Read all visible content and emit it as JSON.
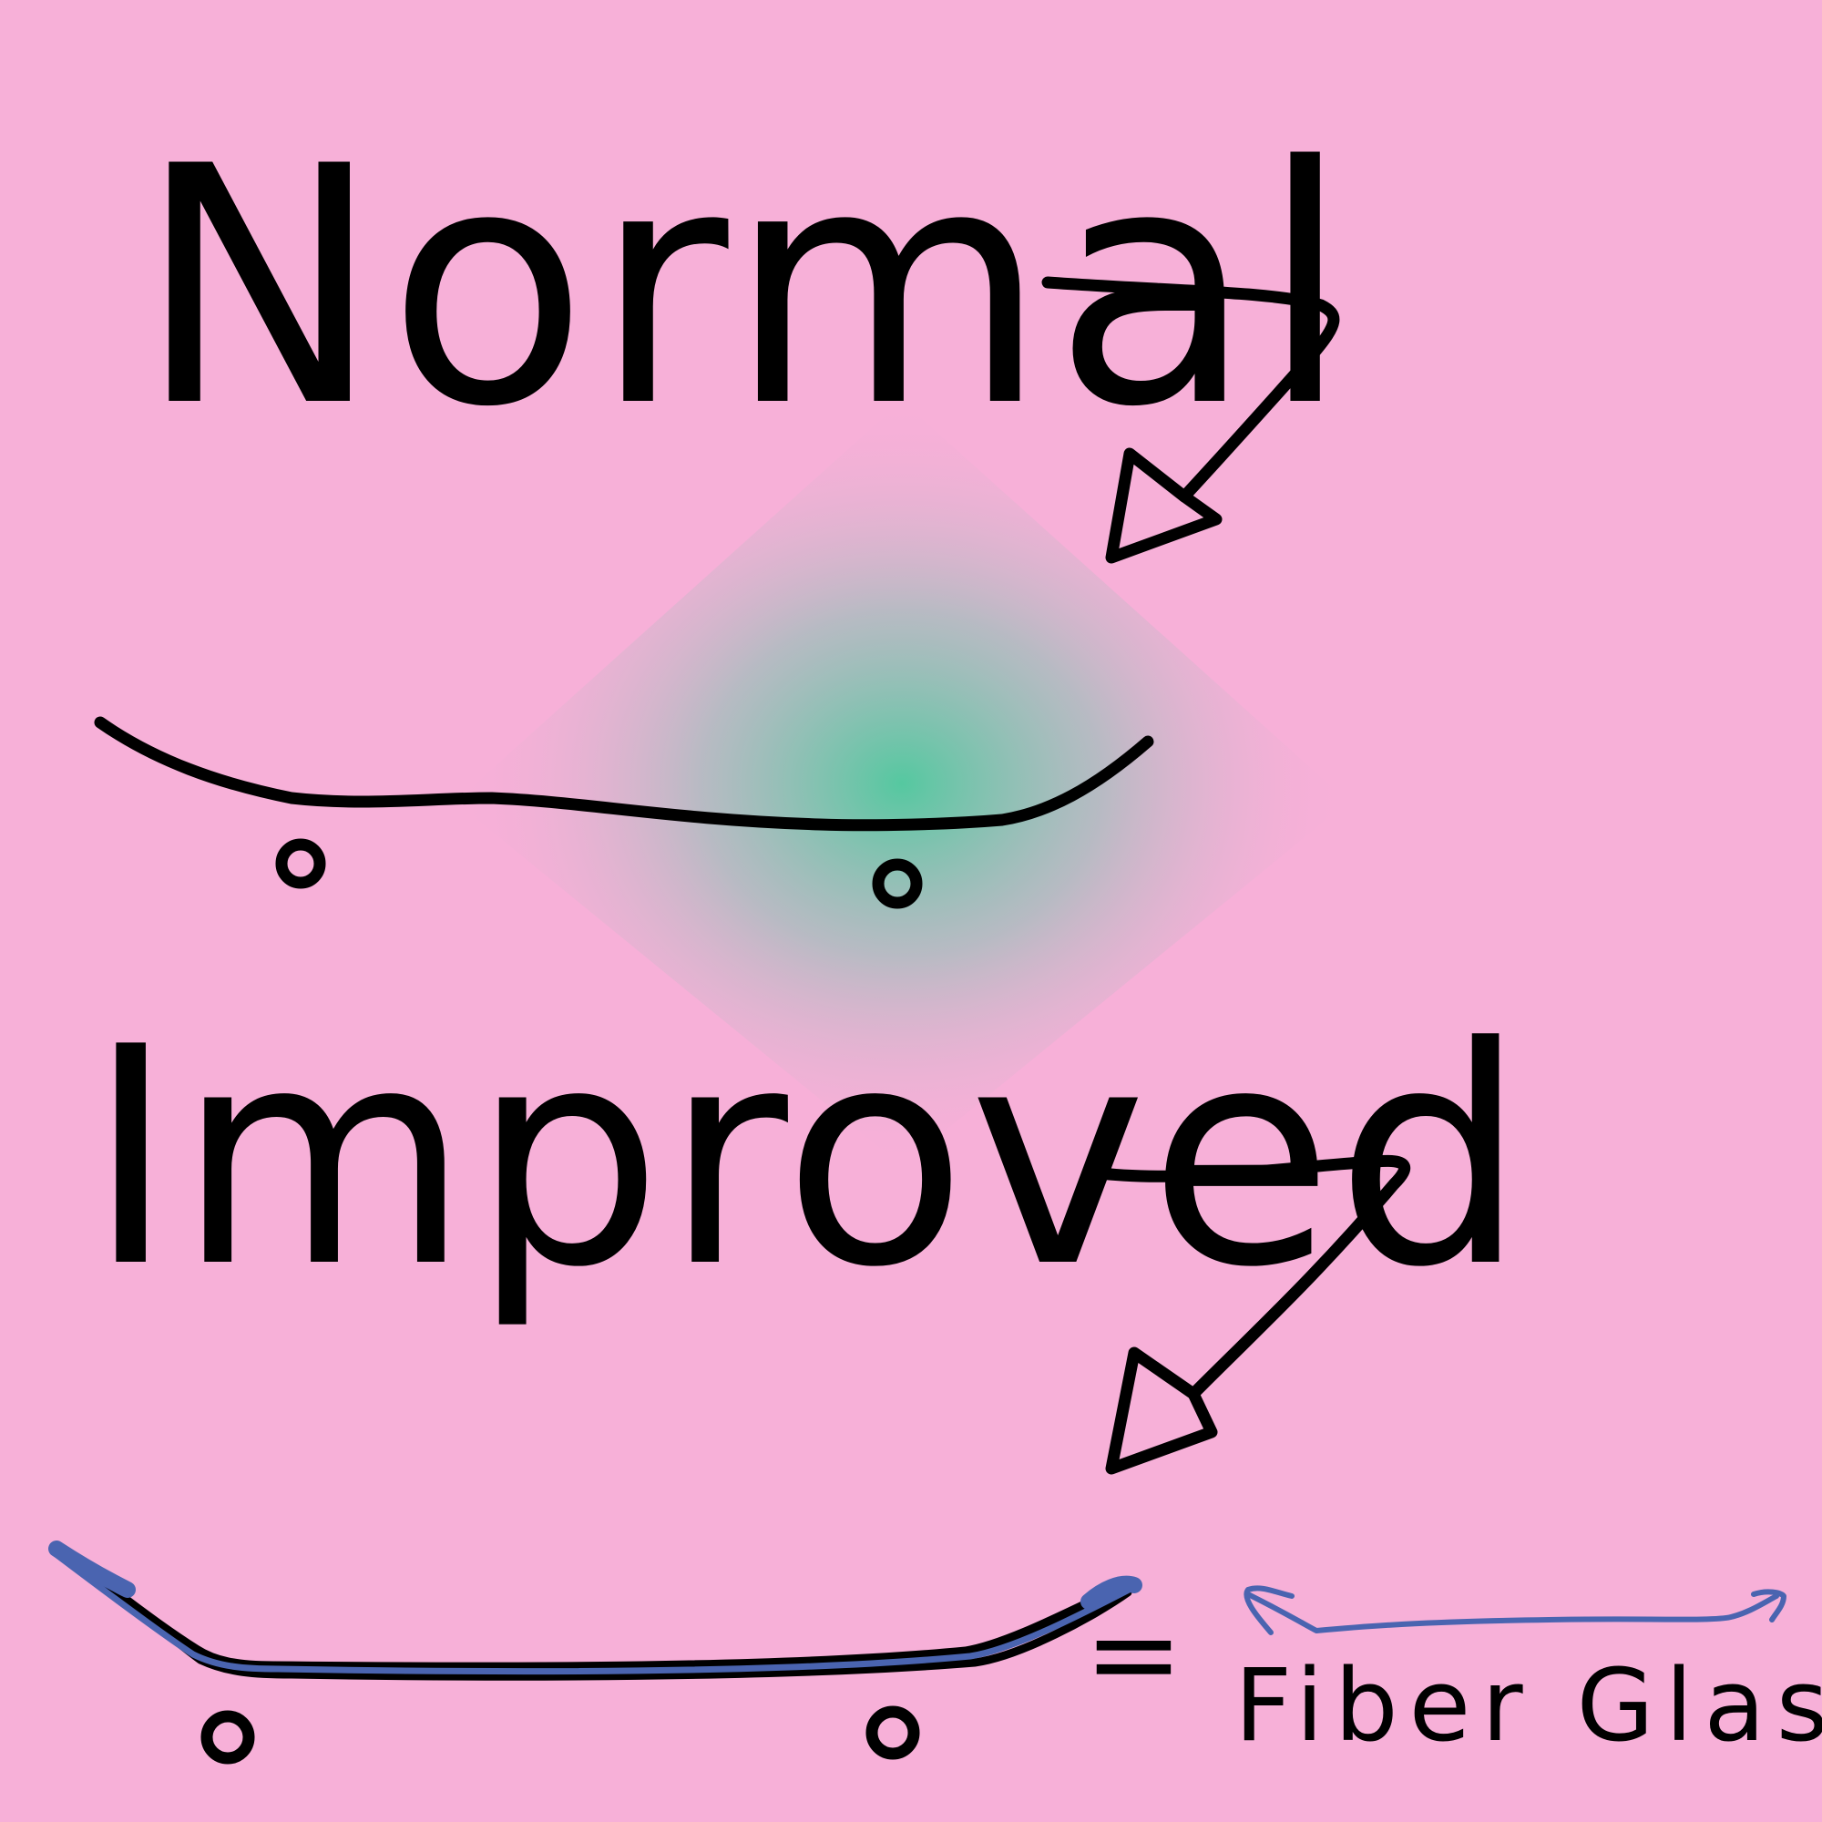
{
  "labels": {
    "normal": "Normal",
    "improved": "Improved",
    "equals": "=",
    "fiberglass": "Fiber Glass"
  },
  "colors": {
    "background": "#f7b0d8",
    "ink": "#000000",
    "fiberglass_accent": "#4a64b0",
    "glow": "#55c8a0"
  }
}
